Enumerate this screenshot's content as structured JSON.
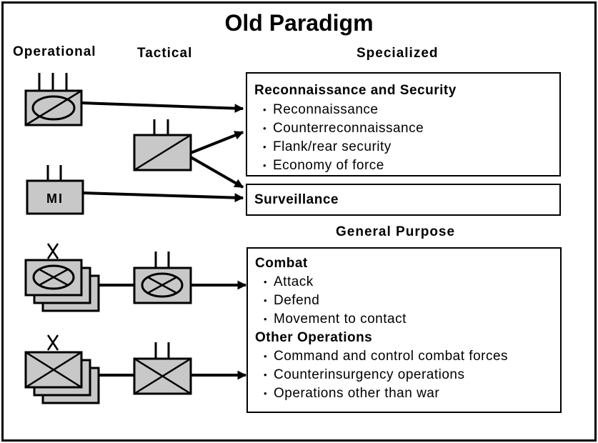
{
  "title": "Old Paradigm",
  "columns": {
    "operational": "Operational",
    "tactical": "Tactical",
    "specialized": "Specialized",
    "general_purpose": "General Purpose"
  },
  "symbols": {
    "mi_label": "MI"
  },
  "specialized_boxes": {
    "recon": {
      "heading": "Reconnaissance and Security",
      "items": [
        "Reconnaissance",
        "Counterreconnaissance",
        "Flank/rear security",
        "Economy of force"
      ]
    },
    "surveillance": {
      "heading": "Surveillance"
    }
  },
  "general_box": {
    "combat_heading": "Combat",
    "combat_items": [
      "Attack",
      "Defend",
      "Movement to contact"
    ],
    "other_heading": "Other Operations",
    "other_items": [
      "Command and control combat forces",
      "Counterinsurgency operations",
      "Operations other than war"
    ]
  },
  "colors": {
    "unit_fill": "#c8c8c8",
    "line": "#000000",
    "background": "#ffffff"
  }
}
